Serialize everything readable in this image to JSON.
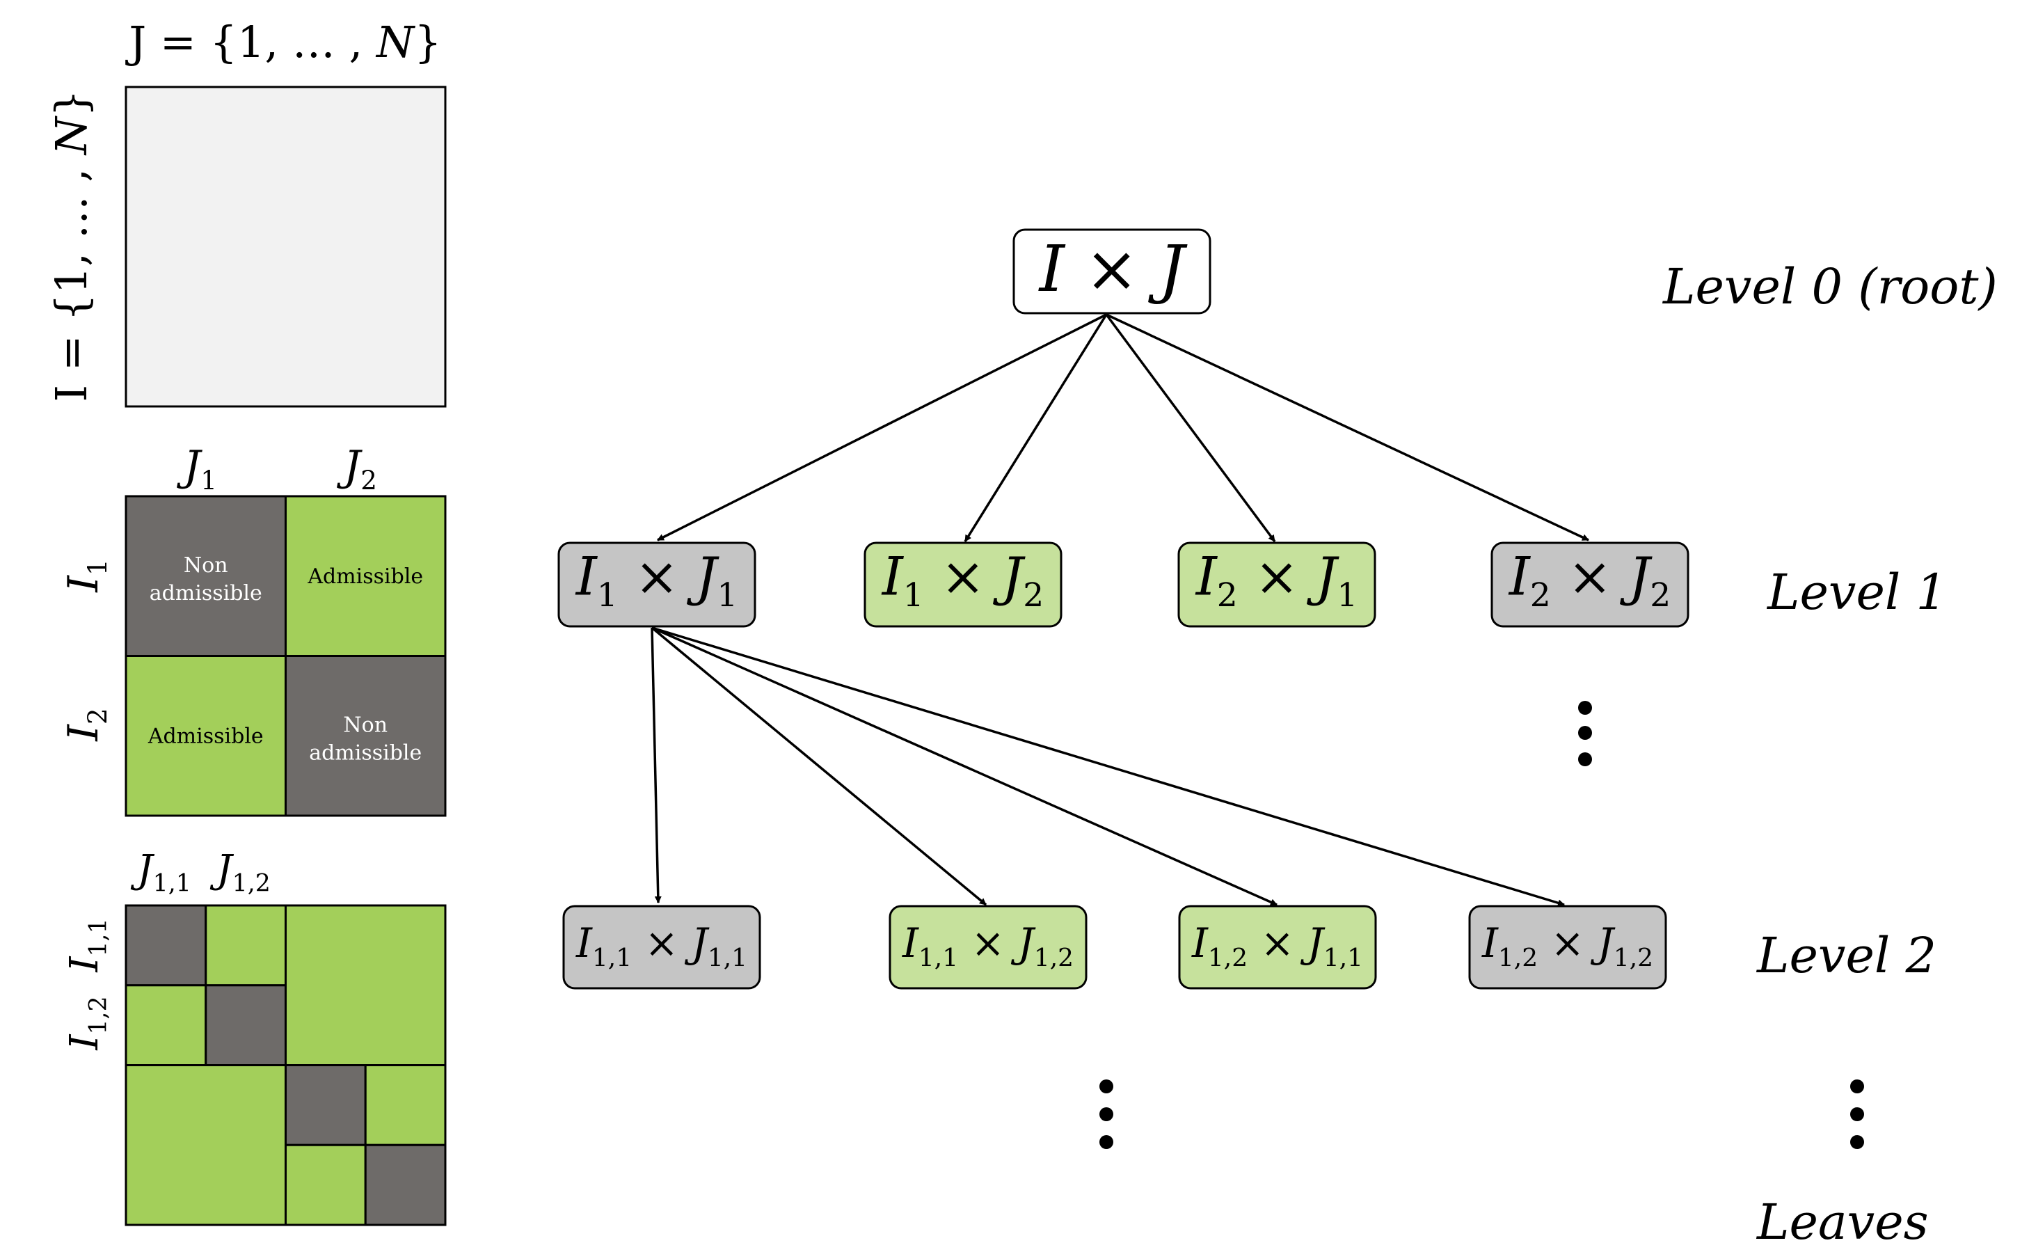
{
  "colors": {
    "admissible": "#a3cf5a",
    "non_admissible": "#6e6b69",
    "node_green": "#c6e19c",
    "node_gray": "#c5c5c5",
    "node_white": "#ffffff",
    "full_matrix": "#f2f2f2"
  },
  "matrices": {
    "full": {
      "col_label": {
        "pre": "J = {1, … , ",
        "var": "N",
        "post": "}"
      },
      "row_label": {
        "pre": "I = {1, … , ",
        "var": "N",
        "post": "}"
      }
    },
    "level1": {
      "cols": [
        {
          "base": "J",
          "sub": "1"
        },
        {
          "base": "J",
          "sub": "2"
        }
      ],
      "rows": [
        {
          "base": "I",
          "sub": "1"
        },
        {
          "base": "I",
          "sub": "2"
        }
      ],
      "cells": [
        {
          "type": "non_admissible",
          "line1": "Non",
          "line2": "admissible"
        },
        {
          "type": "admissible",
          "line1": "Admissible",
          "line2": ""
        },
        {
          "type": "admissible",
          "line1": "Admissible",
          "line2": ""
        },
        {
          "type": "non_admissible",
          "line1": "Non",
          "line2": "admissible"
        }
      ]
    },
    "level2": {
      "cols": [
        {
          "base": "J",
          "sub": "1,1"
        },
        {
          "base": "J",
          "sub": "1,2"
        }
      ],
      "rows": [
        {
          "base": "I",
          "sub": "1,1"
        },
        {
          "base": "I",
          "sub": "1,2"
        }
      ]
    }
  },
  "tree": {
    "root": {
      "text": "I × J",
      "style": "white"
    },
    "level1": [
      {
        "a": "I",
        "as": "1",
        "b": "J",
        "bs": "1",
        "style": "gray"
      },
      {
        "a": "I",
        "as": "1",
        "b": "J",
        "bs": "2",
        "style": "green"
      },
      {
        "a": "I",
        "as": "2",
        "b": "J",
        "bs": "1",
        "style": "green"
      },
      {
        "a": "I",
        "as": "2",
        "b": "J",
        "bs": "2",
        "style": "gray"
      }
    ],
    "level2": [
      {
        "a": "I",
        "as": "1,1",
        "b": "J",
        "bs": "1,1",
        "style": "gray"
      },
      {
        "a": "I",
        "as": "1,1",
        "b": "J",
        "bs": "1,2",
        "style": "green"
      },
      {
        "a": "I",
        "as": "1,2",
        "b": "J",
        "bs": "1,1",
        "style": "green"
      },
      {
        "a": "I",
        "as": "1,2",
        "b": "J",
        "bs": "1,2",
        "style": "gray"
      }
    ]
  },
  "level_labels": {
    "level0": "Level 0 (root)",
    "level1": "Level 1",
    "level2": "Level 2",
    "leaves": "Leaves"
  }
}
